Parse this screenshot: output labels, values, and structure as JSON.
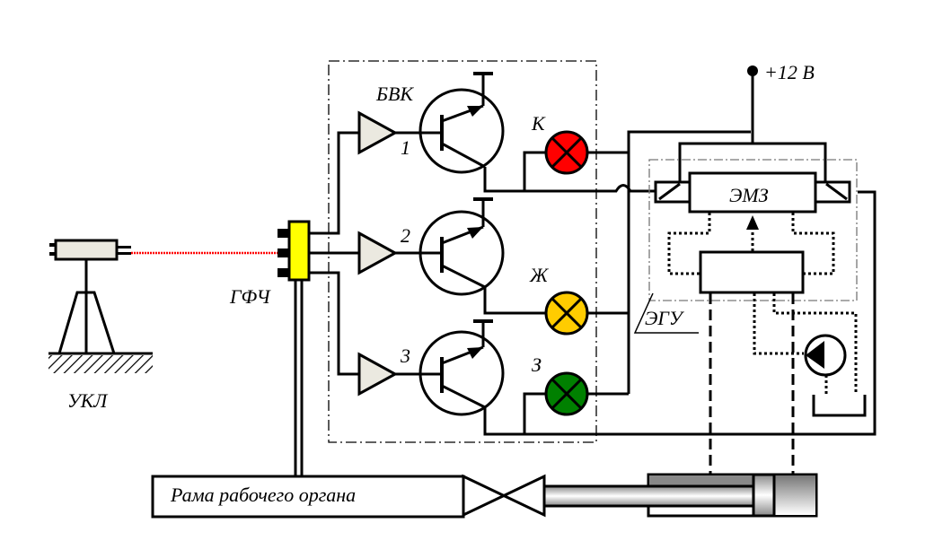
{
  "diagram": {
    "labels": {
      "ukl": "УКЛ",
      "gfch": "ГФЧ",
      "bvk": "БВК",
      "channel_1": "1",
      "channel_2": "2",
      "channel_3": "3",
      "lamp_k": "К",
      "lamp_zh": "Ж",
      "lamp_z": "З",
      "emz": "ЭМЗ",
      "egu": "ЭГУ",
      "power": "+12 В",
      "frame": "Рама рабочего органа"
    },
    "colors": {
      "laser_beam": "#ff0000",
      "sensor_body": "#ffff00",
      "lamp_red": "#ff0000",
      "lamp_yellow": "#ffcc00",
      "lamp_green": "#008000",
      "amplifier_fill": "#ebe9e0",
      "laser_body_fill": "#ebe9e0"
    }
  }
}
